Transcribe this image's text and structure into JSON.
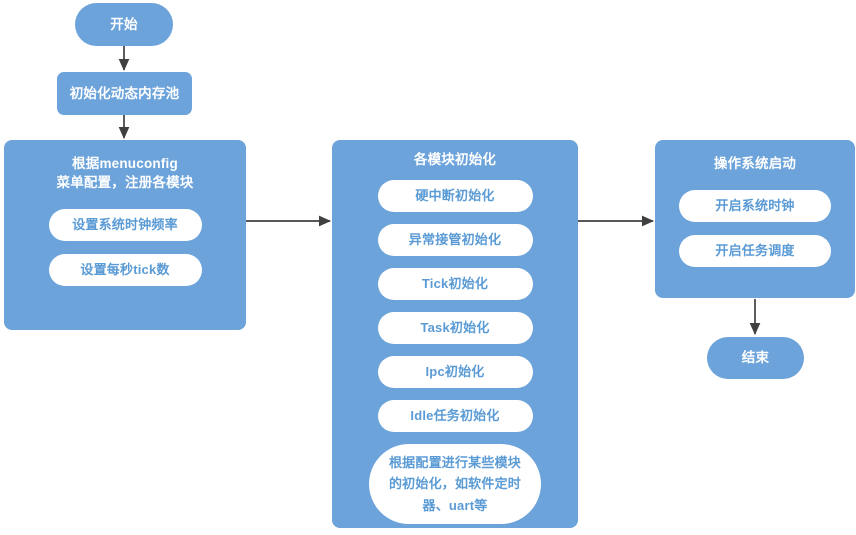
{
  "theme": {
    "node_fill": "#6ba3da",
    "node_text": "#ffffff",
    "pill_fill": "#ffffff",
    "pill_text": "#5b9bd5",
    "edge_color": "#404040",
    "background": "#ffffff"
  },
  "diagram": {
    "type": "flowchart",
    "orientation": "left-to-right with vertical start chain",
    "start": {
      "label": "开始"
    },
    "mempool": {
      "label": "初始化动态内存池"
    },
    "end": {
      "label": "结束"
    },
    "groups": [
      {
        "id": "menuconfig",
        "title": "根据menuconfig\n菜单配置，注册各模块",
        "title_line1": "根据menuconfig",
        "title_line2": "菜单配置，注册各模块",
        "items": [
          {
            "label": "设置系统时钟频率"
          },
          {
            "label": "设置每秒tick数"
          }
        ]
      },
      {
        "id": "module-init",
        "title": "各模块初始化",
        "items": [
          {
            "label": "硬中断初始化"
          },
          {
            "label": "异常接管初始化"
          },
          {
            "label": "Tick初始化"
          },
          {
            "label": "Task初始化"
          },
          {
            "label": "Ipc初始化"
          },
          {
            "label": "Idle任务初始化"
          },
          {
            "label": "根据配置进行某些模块的初始化，如软件定时器、uart等"
          }
        ]
      },
      {
        "id": "os-start",
        "title": "操作系统启动",
        "items": [
          {
            "label": "开启系统时钟"
          },
          {
            "label": "开启任务调度"
          }
        ]
      }
    ],
    "edges": [
      {
        "from": "开始",
        "to": "初始化动态内存池",
        "direction": "down"
      },
      {
        "from": "初始化动态内存池",
        "to": "根据menuconfig菜单配置，注册各模块",
        "direction": "down"
      },
      {
        "from": "根据menuconfig菜单配置，注册各模块",
        "to": "各模块初始化",
        "direction": "right"
      },
      {
        "from": "各模块初始化",
        "to": "操作系统启动",
        "direction": "right"
      },
      {
        "from": "操作系统启动",
        "to": "结束",
        "direction": "down"
      }
    ]
  }
}
